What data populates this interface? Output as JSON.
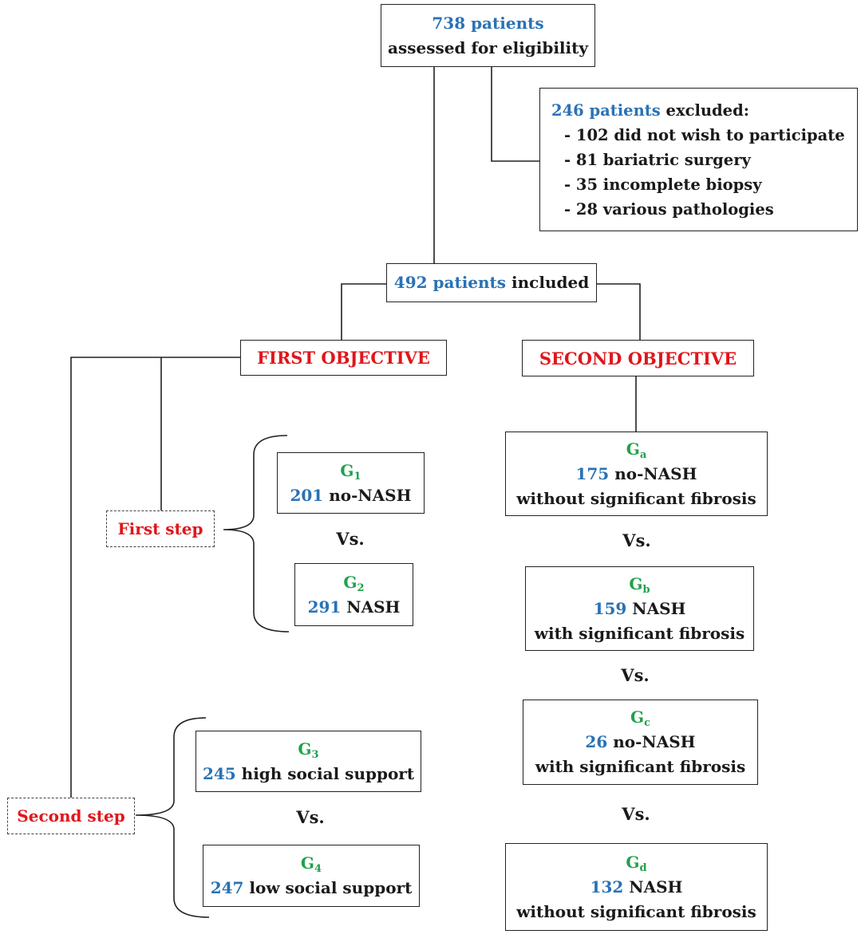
{
  "assessed": {
    "count": "738 patients",
    "text": "assessed for eligibility"
  },
  "excluded": {
    "count": "246 patients",
    "text": "excluded:",
    "reasons": [
      "- 102 did not wish to participate",
      "- 81 bariatric  surgery",
      "- 35 incomplete  biopsy",
      "- 28 various pathologies"
    ]
  },
  "included": {
    "count": "492 patients",
    "text": "included"
  },
  "first_objective": "FIRST OBJECTIVE",
  "second_objective": "SECOND OBJECTIVE",
  "first_step": "First step",
  "second_step": "Second step",
  "vs": "Vs.",
  "groups": {
    "g1": {
      "letter": "G",
      "sub": "1",
      "count": "201",
      "desc": "no-NASH"
    },
    "g2": {
      "letter": "G",
      "sub": "2",
      "count": "291",
      "desc": "NASH"
    },
    "g3": {
      "letter": "G",
      "sub": "3",
      "count": "245",
      "desc": "high  social support"
    },
    "g4": {
      "letter": "G",
      "sub": "4",
      "count": "247",
      "desc": "low  social support"
    },
    "ga": {
      "letter": "G",
      "sub": "a",
      "count": "175",
      "desc": "no-NASH",
      "desc2": "without  significant  fibrosis"
    },
    "gb": {
      "letter": "G",
      "sub": "b",
      "count": "159",
      "desc": "NASH",
      "desc2": "with  significant  fibrosis"
    },
    "gc": {
      "letter": "G",
      "sub": "c",
      "count": "26",
      "desc": "no-NASH",
      "desc2": "with  significant  fibrosis"
    },
    "gd": {
      "letter": "G",
      "sub": "d",
      "count": "132",
      "desc": "NASH",
      "desc2": "without  significant  fibrosis"
    }
  },
  "colors": {
    "count": "#2a72b5",
    "group": "#1fa14a",
    "heading": "#e0161b",
    "text": "#1a1a1a"
  }
}
